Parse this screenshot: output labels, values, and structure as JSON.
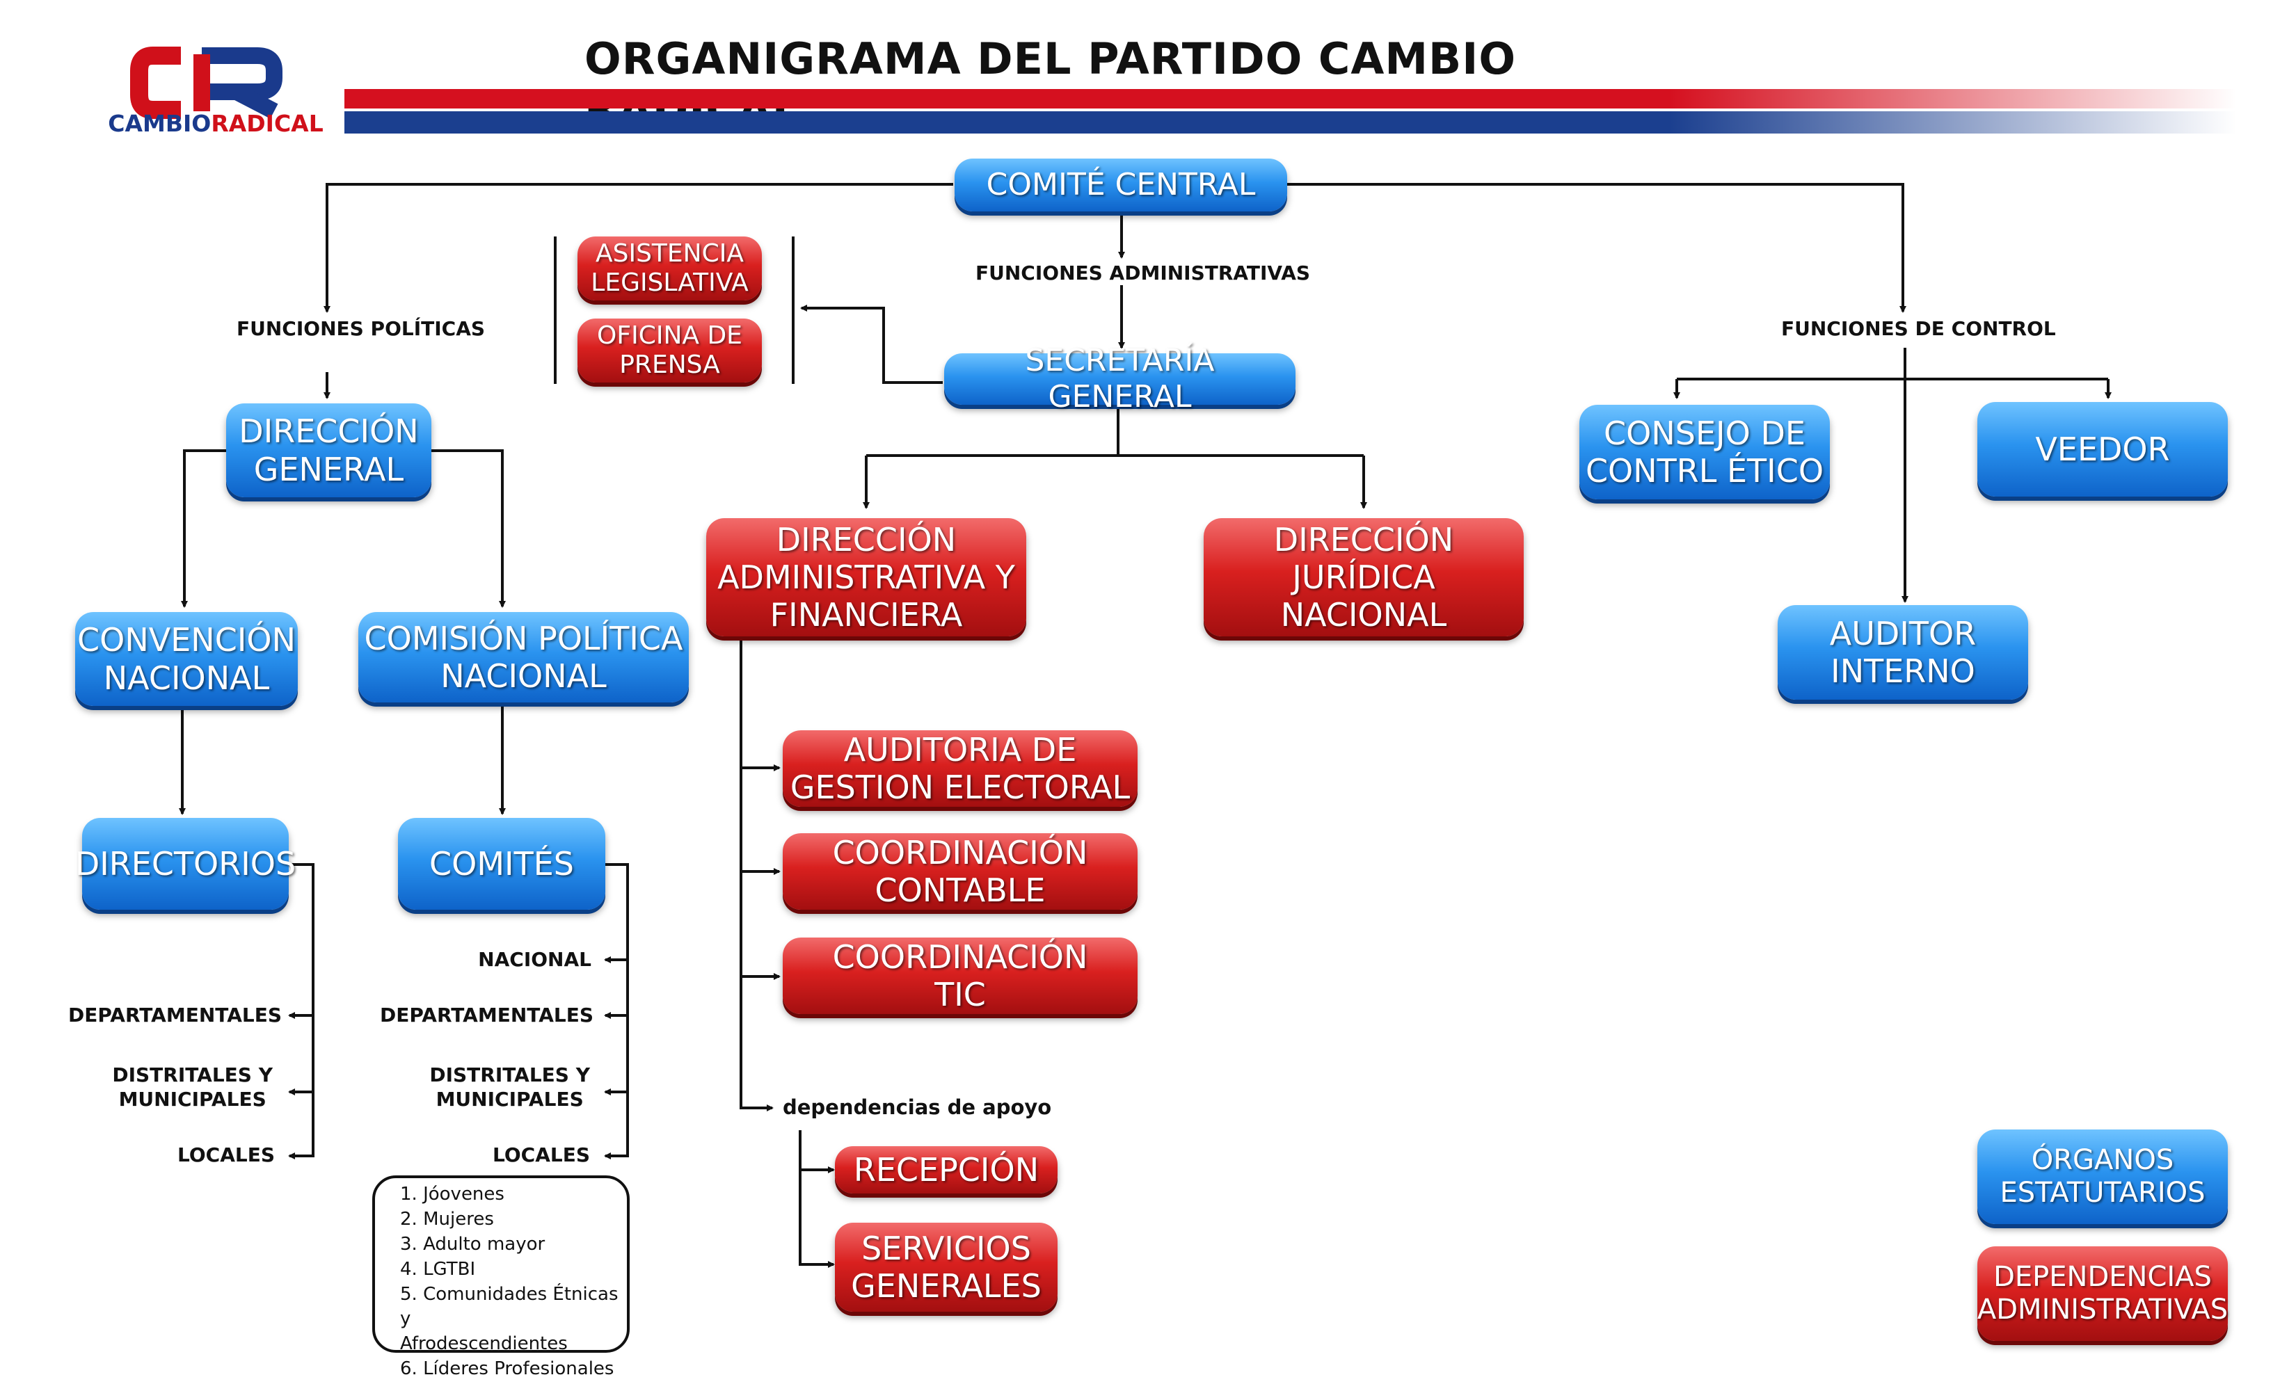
{
  "title": "ORGANIGRAMA DEL PARTIDO CAMBIO RADICAL",
  "logo": {
    "part1": "CAMBIO",
    "part2": "RADICAL",
    "color_blue": "#1a3a8c",
    "color_red": "#d0101a"
  },
  "colors": {
    "organ_blue": "#2a93ef",
    "dependency_red": "#d9201f"
  },
  "nodes": {
    "comite_central": "COMITÉ CENTRAL",
    "asistencia_legislativa": "ASISTENCIA\nLEGISLATIVA",
    "oficina_prensa": "OFICINA DE\nPRENSA",
    "secretaria_general": "SECRETARÍA GENERAL",
    "direccion_general": "DIRECCIÓN\nGENERAL",
    "convencion_nacional": "CONVENCIÓN\nNACIONAL",
    "comision_politica": "COMISIÓN POLÍTICA\nNACIONAL",
    "directorios": "DIRECTORIOS",
    "comites": "COMITÉS",
    "dir_administrativa": "DIRECCIÓN\nADMINISTRATIVA Y\nFINANCIERA",
    "dir_juridica": "DIRECCIÓN\nJURÍDICA\nNACIONAL",
    "auditoria_gestion": "AUDITORIA DE\nGESTION ELECTORAL",
    "coord_contable": "COORDINACIÓN\nCONTABLE",
    "coord_tic": "COORDINACIÓN\nTIC",
    "recepcion": "RECEPCIÓN",
    "servicios_generales": "SERVICIOS\nGENERALES",
    "consejo_etico": "CONSEJO DE\nCONTRL ÉTICO",
    "veedor": "VEEDOR",
    "auditor_interno": "AUDITOR\nINTERNO"
  },
  "labels": {
    "funciones_politicas": "FUNCIONES POLÍTICAS",
    "funciones_administrativas": "FUNCIONES ADMINISTRATIVAS",
    "funciones_control": "FUNCIONES DE CONTROL",
    "dependencias_apoyo": "dependencias de apoyo"
  },
  "directorios_levels": [
    "DEPARTAMENTALES",
    "DISTRITALES Y\nMUNICIPALES",
    "LOCALES"
  ],
  "comites_levels": [
    "NACIONAL",
    "DEPARTAMENTALES",
    "DISTRITALES Y\nMUNICIPALES",
    "LOCALES"
  ],
  "comites_groups": [
    "1. Jóovenes",
    "2. Mujeres",
    "3. Adulto mayor",
    "4. LGTBI",
    "5. Comunidades Étnicas y",
    "Afrodescendientes",
    "6. Líderes Profesionales"
  ],
  "legend": {
    "organos": "ÓRGANOS\nESTATUTARIOS",
    "dependencias": "DEPENDENCIAS\nADMINISTRATIVAS"
  }
}
